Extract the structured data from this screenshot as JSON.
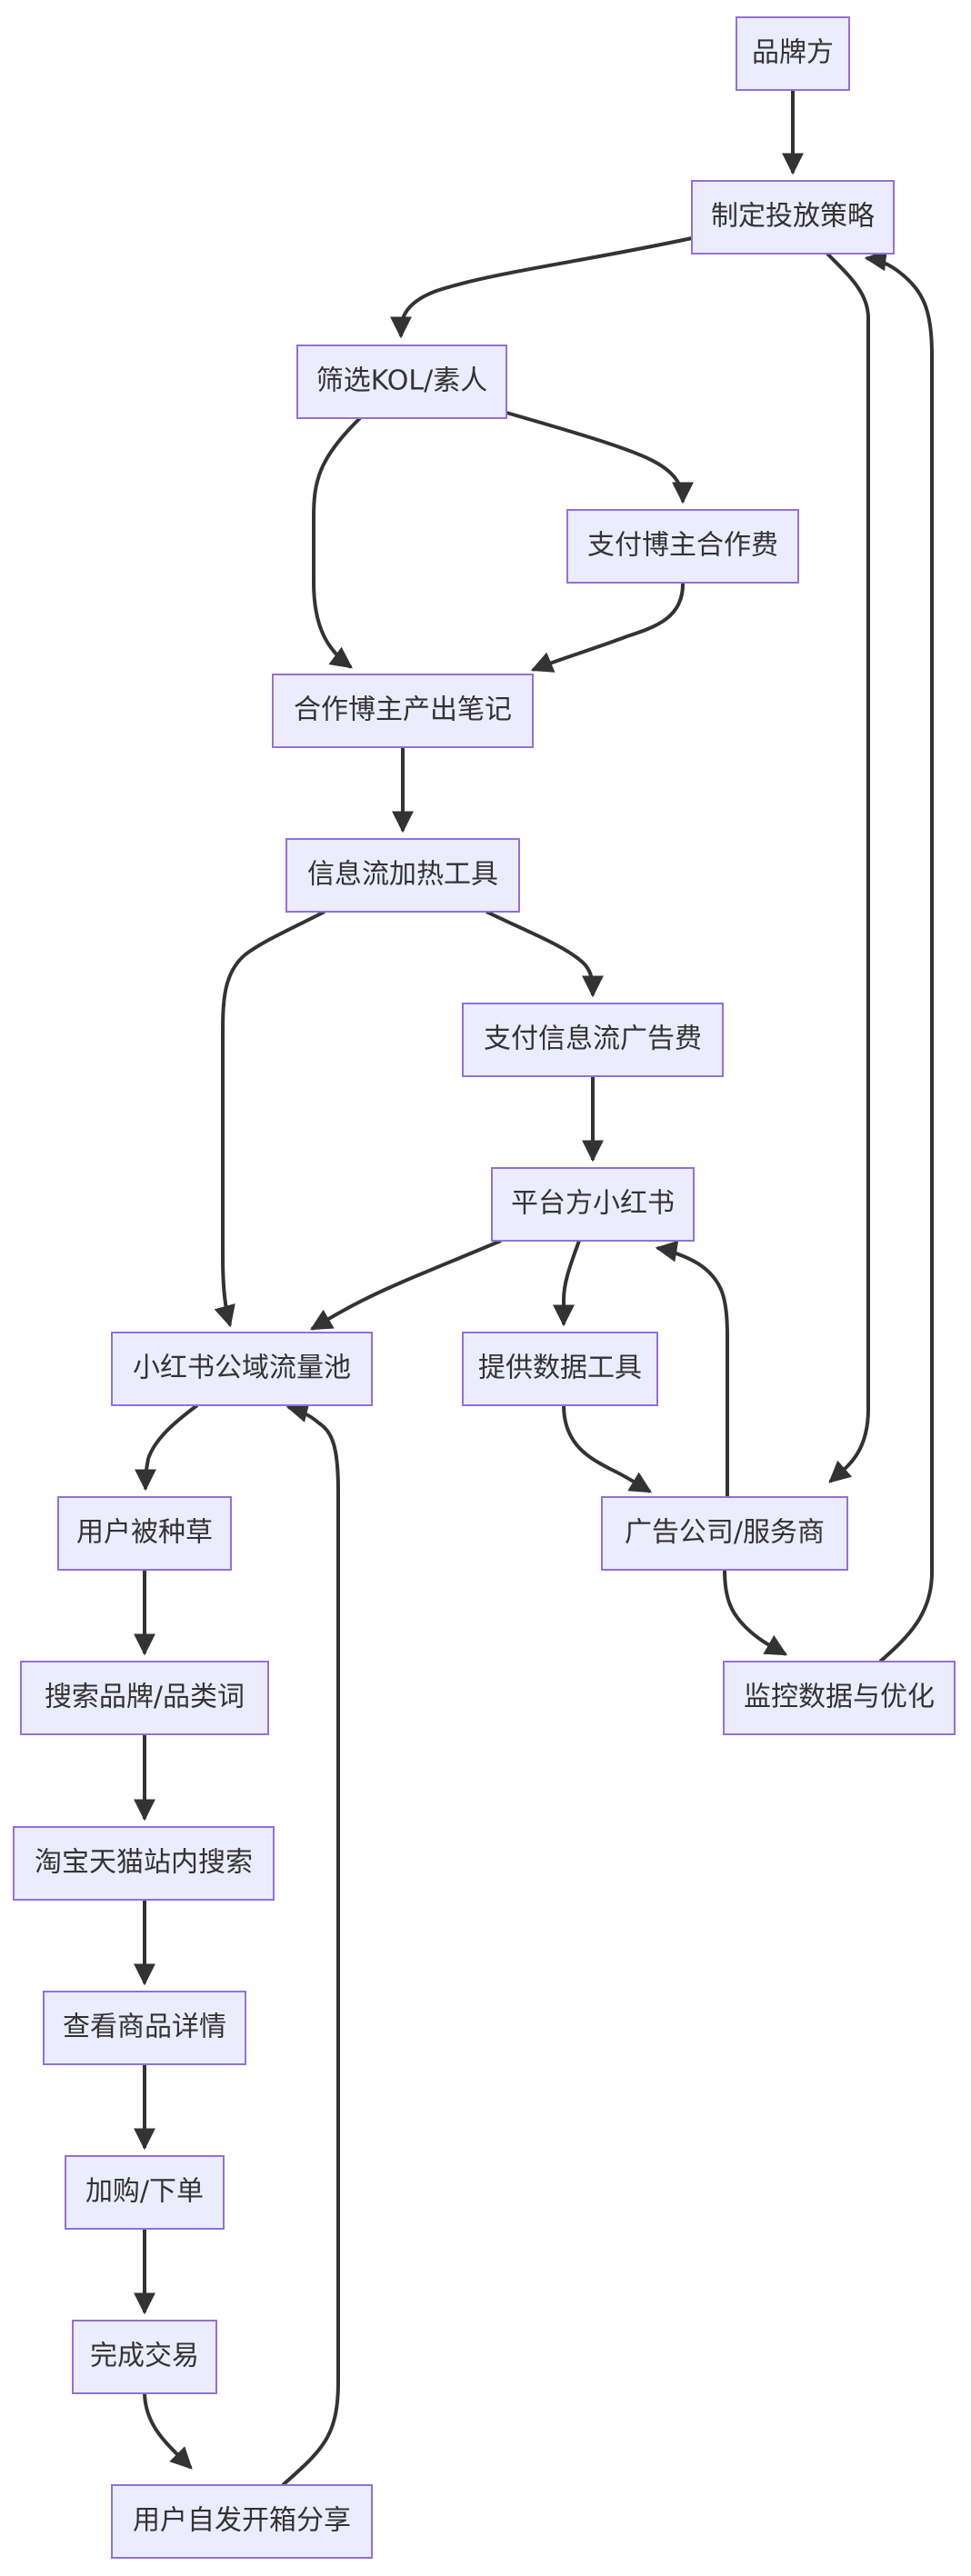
{
  "nodes": [
    {
      "id": "brand",
      "label": "品牌方"
    },
    {
      "id": "strategy",
      "label": "制定投放策略"
    },
    {
      "id": "select_kol",
      "label": "筛选KOL/素人"
    },
    {
      "id": "pay_blogger",
      "label": "支付博主合作费"
    },
    {
      "id": "note",
      "label": "合作博主产出笔记"
    },
    {
      "id": "boost",
      "label": "信息流加热工具"
    },
    {
      "id": "pay_ads",
      "label": "支付信息流广告费"
    },
    {
      "id": "platform",
      "label": "平台方小红书"
    },
    {
      "id": "pool",
      "label": "小红书公域流量池"
    },
    {
      "id": "data_tools",
      "label": "提供数据工具"
    },
    {
      "id": "user_seeded",
      "label": "用户被种草"
    },
    {
      "id": "agency",
      "label": "广告公司/服务商"
    },
    {
      "id": "monitor",
      "label": "监控数据与优化"
    },
    {
      "id": "search_brand",
      "label": "搜索品牌/品类词"
    },
    {
      "id": "taobao",
      "label": "淘宝天猫站内搜索"
    },
    {
      "id": "detail",
      "label": "查看商品详情"
    },
    {
      "id": "cart",
      "label": "加购/下单"
    },
    {
      "id": "deal",
      "label": "完成交易"
    },
    {
      "id": "share",
      "label": "用户自发开箱分享"
    }
  ],
  "edges": [
    {
      "from": "brand",
      "to": "strategy"
    },
    {
      "from": "strategy",
      "to": "select_kol"
    },
    {
      "from": "strategy",
      "to": "agency"
    },
    {
      "from": "select_kol",
      "to": "pay_blogger"
    },
    {
      "from": "select_kol",
      "to": "note"
    },
    {
      "from": "pay_blogger",
      "to": "note"
    },
    {
      "from": "note",
      "to": "boost"
    },
    {
      "from": "boost",
      "to": "pay_ads"
    },
    {
      "from": "boost",
      "to": "pool"
    },
    {
      "from": "pay_ads",
      "to": "platform"
    },
    {
      "from": "platform",
      "to": "pool"
    },
    {
      "from": "platform",
      "to": "data_tools"
    },
    {
      "from": "data_tools",
      "to": "agency"
    },
    {
      "from": "agency",
      "to": "platform"
    },
    {
      "from": "agency",
      "to": "monitor"
    },
    {
      "from": "monitor",
      "to": "strategy"
    },
    {
      "from": "pool",
      "to": "user_seeded"
    },
    {
      "from": "user_seeded",
      "to": "search_brand"
    },
    {
      "from": "search_brand",
      "to": "taobao"
    },
    {
      "from": "taobao",
      "to": "detail"
    },
    {
      "from": "detail",
      "to": "cart"
    },
    {
      "from": "cart",
      "to": "deal"
    },
    {
      "from": "deal",
      "to": "share"
    },
    {
      "from": "share",
      "to": "pool"
    }
  ]
}
